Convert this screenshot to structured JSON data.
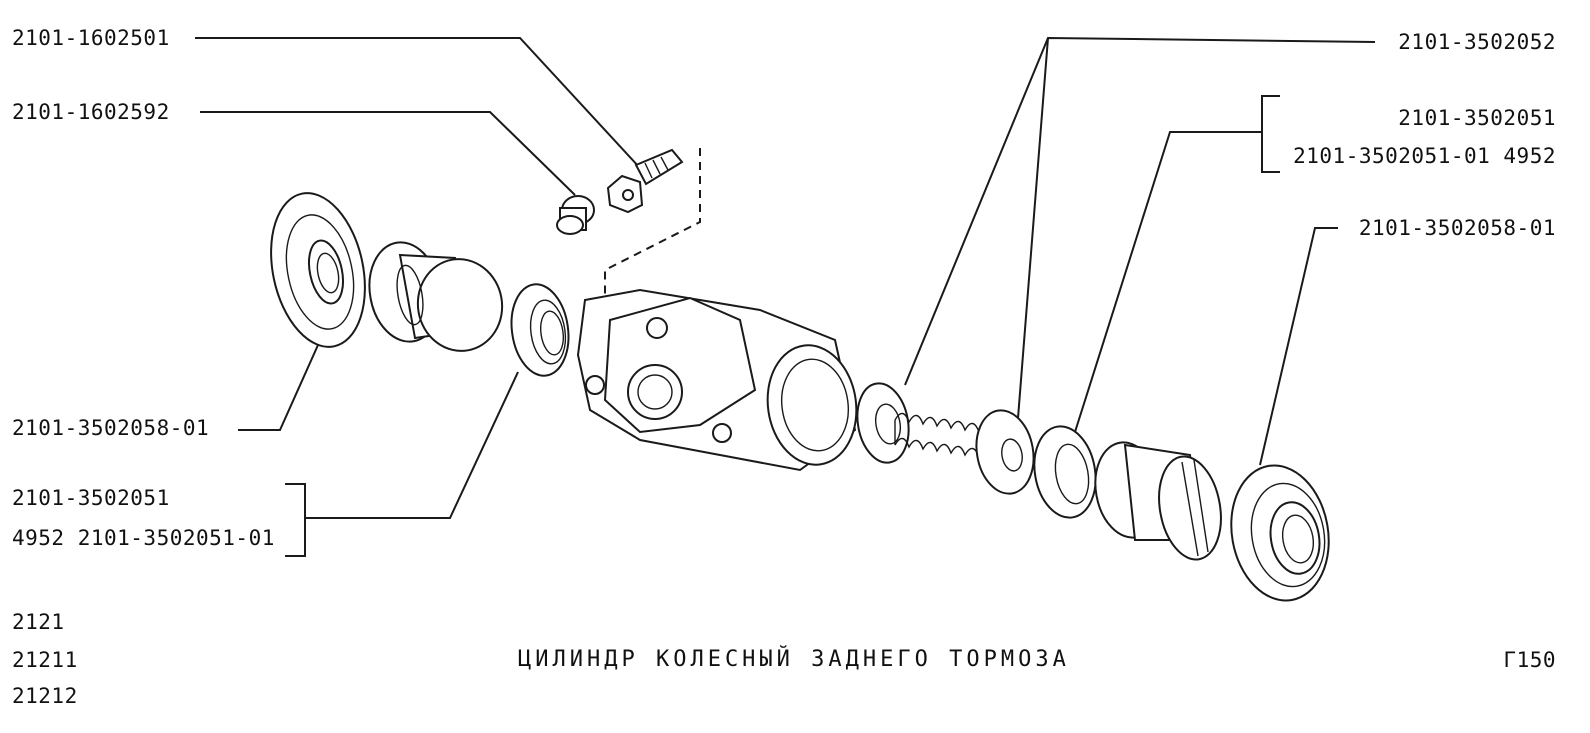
{
  "labels": {
    "bleeder_screw": "2101-1602501",
    "bleeder_cap": "2101-1602592",
    "spring": "2101-3502052",
    "cup_right": "2101-3502051",
    "cup_right_alt": "2101-3502051-01 4952",
    "boot_right": "2101-3502058-01",
    "boot_left": "2101-3502058-01",
    "cup_left": "2101-3502051",
    "cup_left_alt": "4952 2101-3502051-01"
  },
  "models": [
    "2121",
    "21211",
    "21212"
  ],
  "title": "ЦИЛИНДР КОЛЕСНЫЙ ЗАДНЕГО ТОРМОЗА",
  "page_code": "Г150"
}
